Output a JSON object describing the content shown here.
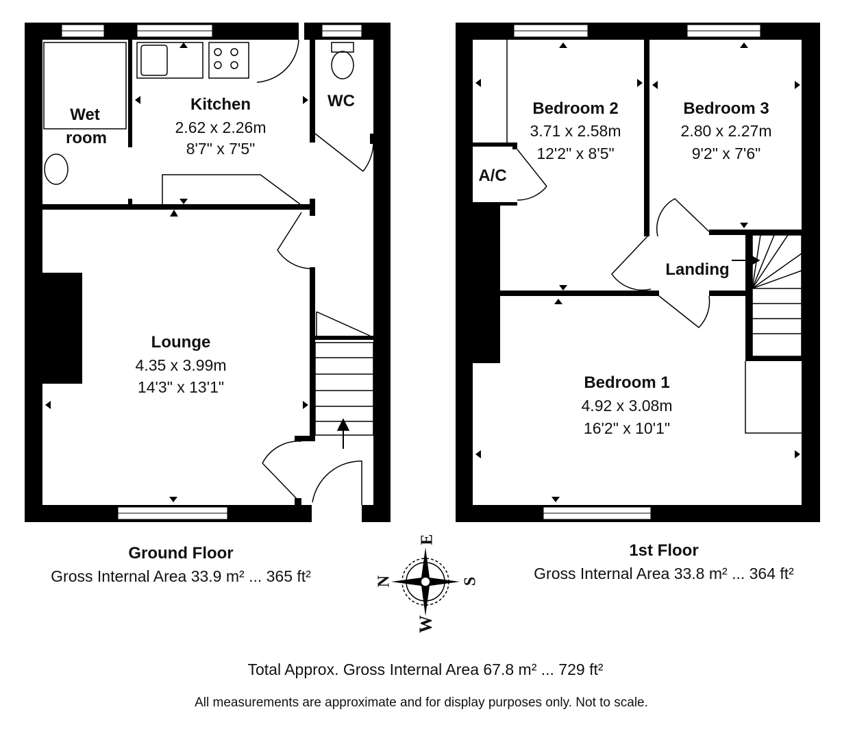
{
  "ground_floor": {
    "title": "Ground Floor",
    "area": "Gross Internal Area 33.9 m² ... 365 ft²",
    "rooms": {
      "wet_room": {
        "name_line1": "Wet",
        "name_line2": "room"
      },
      "kitchen": {
        "name": "Kitchen",
        "metric": "2.62 x 2.26m",
        "imperial": "8'7\" x 7'5\""
      },
      "wc": {
        "name": "WC"
      },
      "lounge": {
        "name": "Lounge",
        "metric": "4.35 x 3.99m",
        "imperial": "14'3\" x 13'1\""
      }
    }
  },
  "first_floor": {
    "title": "1st Floor",
    "area": "Gross Internal Area 33.8 m² ... 364 ft²",
    "rooms": {
      "bedroom2": {
        "name": "Bedroom 2",
        "metric": "3.71 x 2.58m",
        "imperial": "12'2\" x 8'5\""
      },
      "bedroom3": {
        "name": "Bedroom 3",
        "metric": "2.80 x 2.27m",
        "imperial": "9'2\" x 7'6\""
      },
      "ac": {
        "name": "A/C"
      },
      "landing": {
        "name": "Landing"
      },
      "bedroom1": {
        "name": "Bedroom 1",
        "metric": "4.92 x 3.08m",
        "imperial": "16'2\" x 10'1\""
      }
    }
  },
  "compass": {
    "n": "N",
    "e": "E",
    "s": "S",
    "w": "W"
  },
  "total": "Total Approx. Gross Internal Area 67.8 m² ... 729 ft²",
  "disclaimer": "All measurements are approximate and for display purposes only. Not to scale."
}
